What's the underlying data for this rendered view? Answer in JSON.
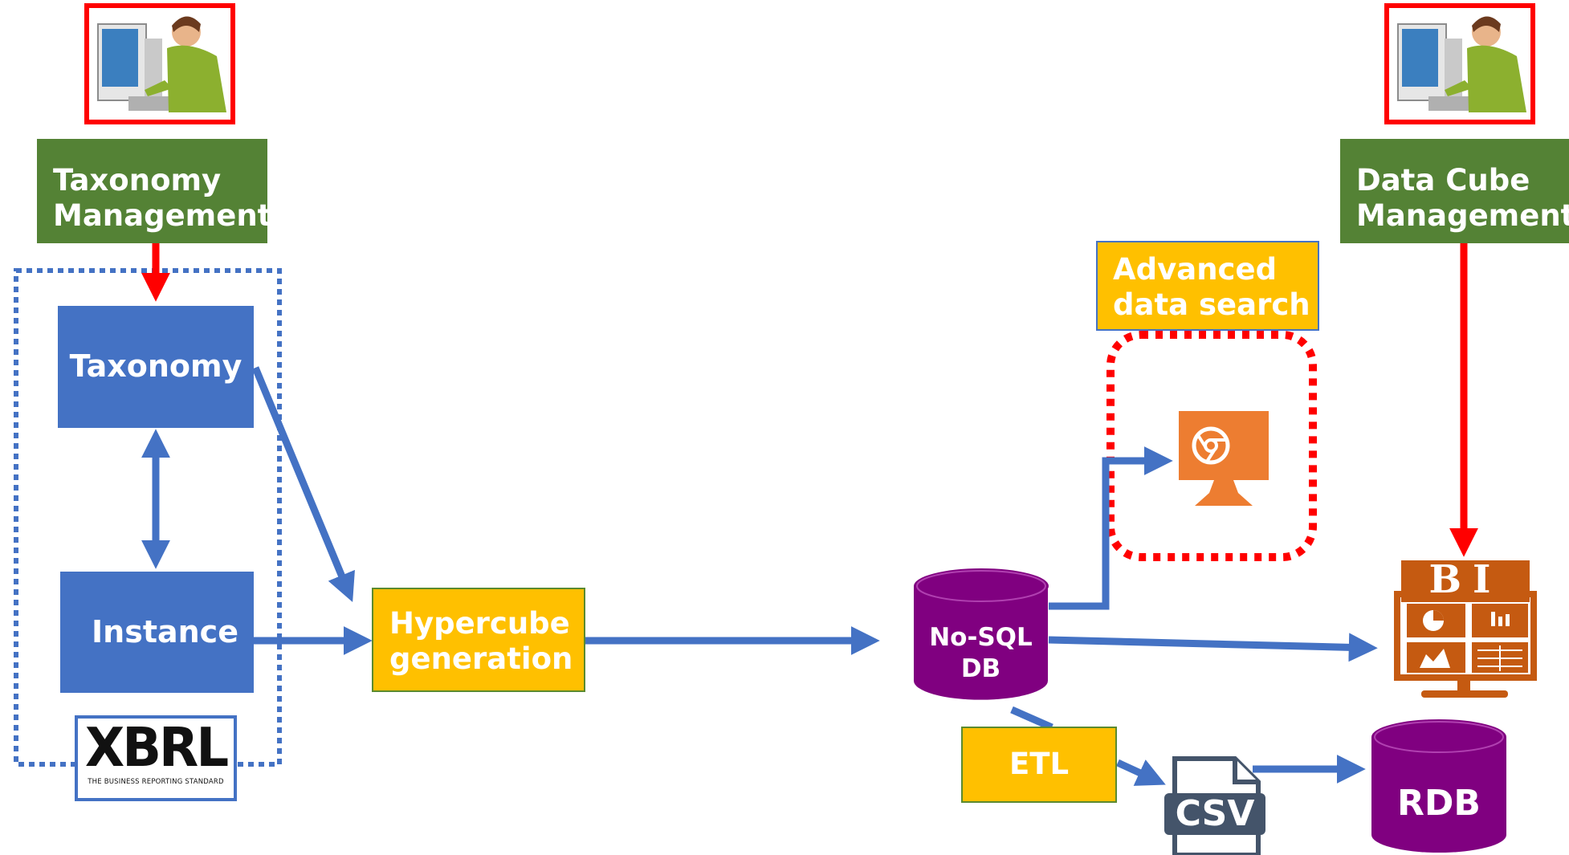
{
  "boxes": {
    "taxonomy_management": [
      "Taxonomy",
      "Management"
    ],
    "data_cube_management": [
      "Data Cube",
      "Management"
    ],
    "advanced_search": [
      "Advanced",
      "data search"
    ],
    "hypercube": [
      "Hypercube",
      "generation"
    ],
    "etl": "ETL"
  },
  "documents": {
    "taxonomy": "Taxonomy",
    "instance": "Instance"
  },
  "databases": {
    "nosql": [
      "No-SQL",
      "DB"
    ],
    "rdb": "RDB"
  },
  "logos": {
    "xbrl": "XBRL",
    "xbrl_tagline": "THE BUSINESS REPORTING STANDARD",
    "bi": "BI",
    "csv": "CSV"
  },
  "colors": {
    "green": "#548235",
    "yellow": "#ffc000",
    "blue": "#4472c4",
    "purple": "#800080",
    "orange": "#ed7d31",
    "bi_orange": "#c55a11",
    "red": "#ff0000"
  },
  "icons": [
    "user-at-computer-icon",
    "chrome-monitor-icon",
    "bi-dashboard-icon",
    "csv-file-icon",
    "xbrl-logo"
  ]
}
